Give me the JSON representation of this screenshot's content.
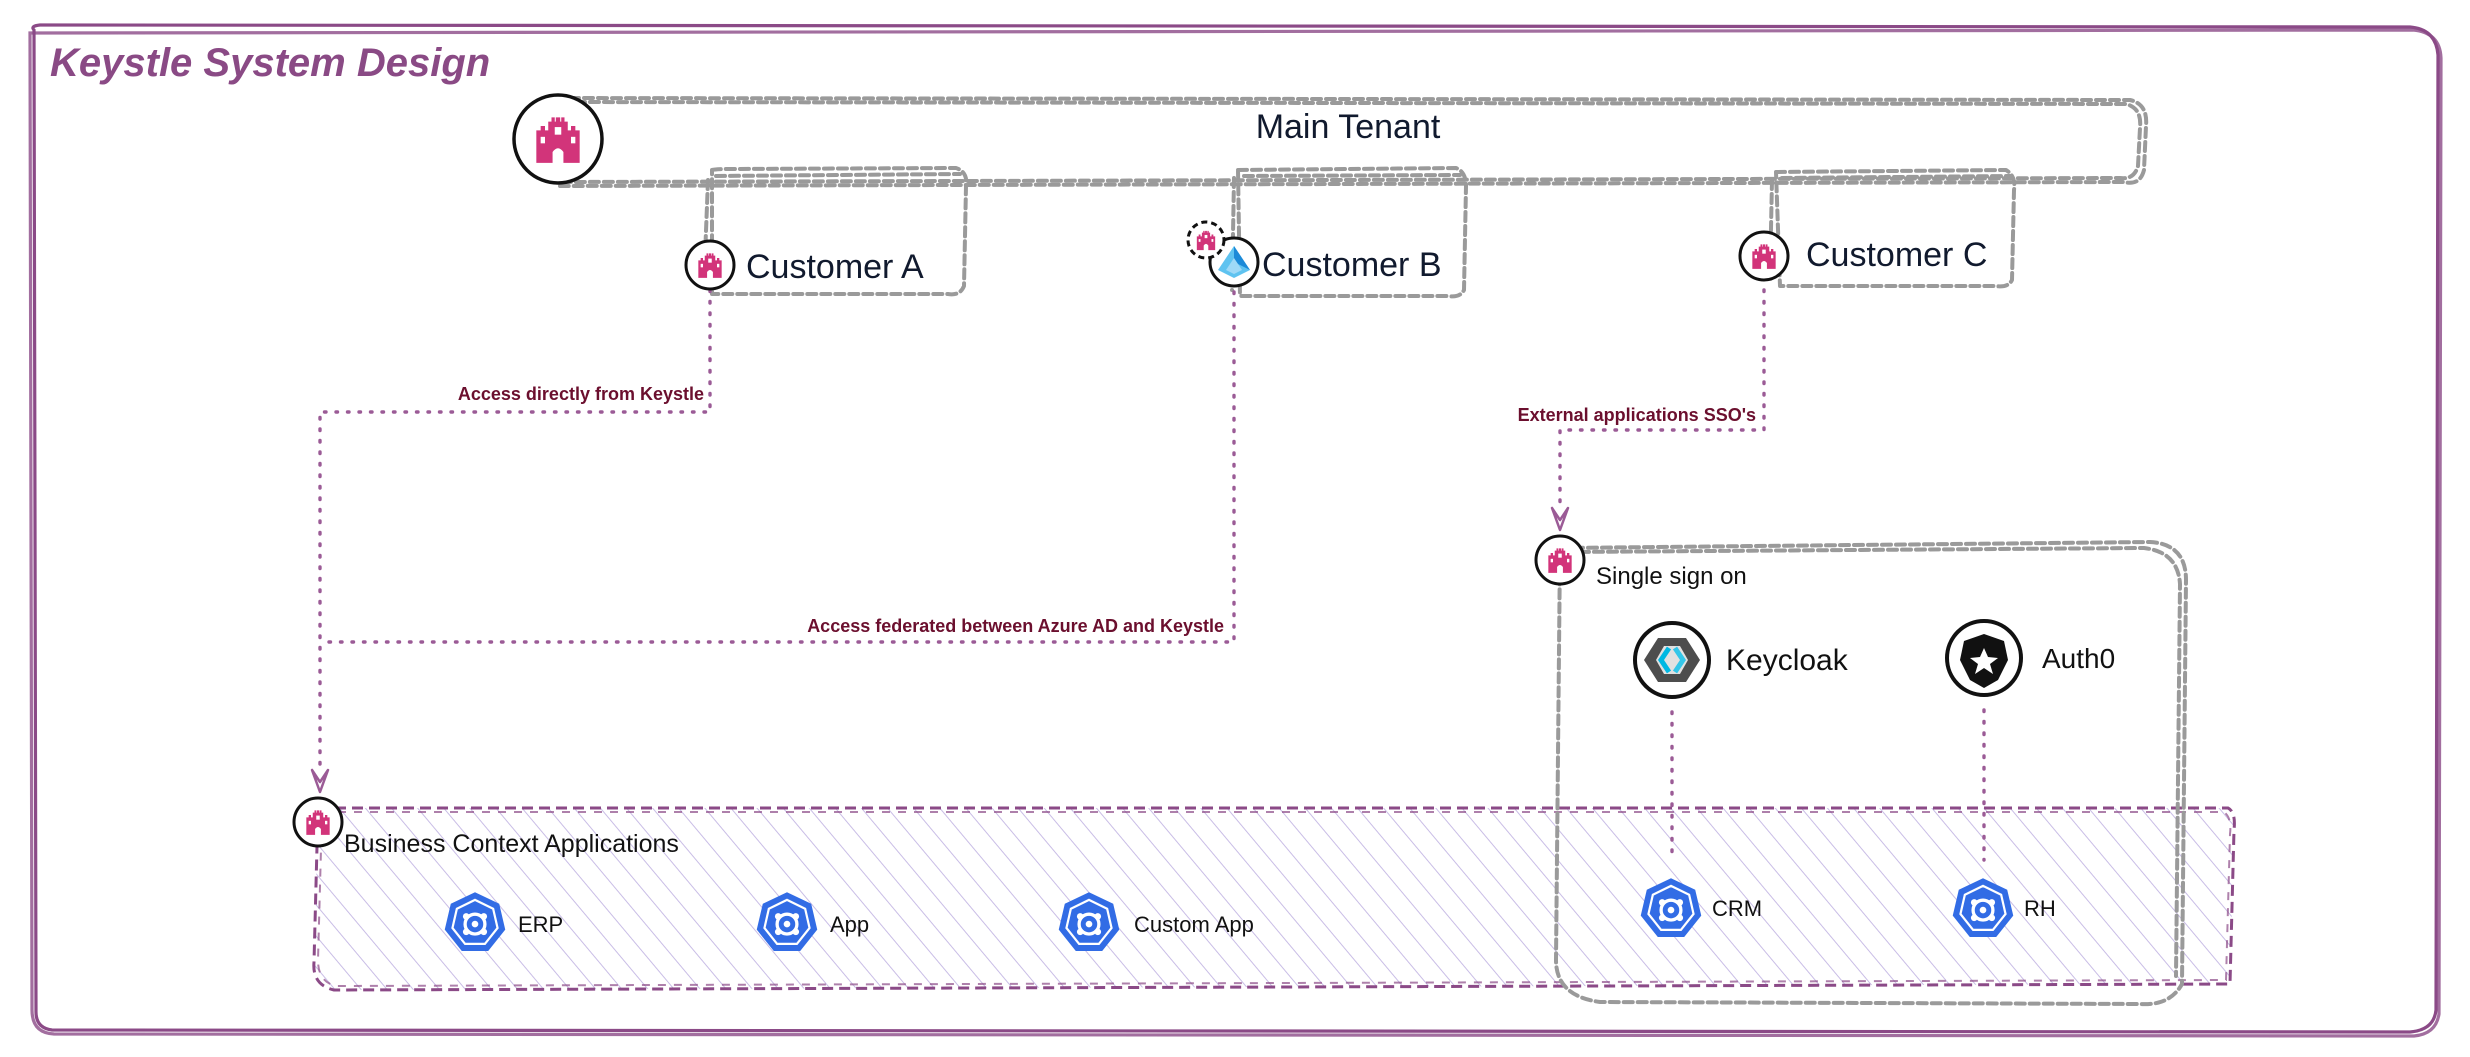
{
  "title": "Keystle System Design",
  "main_tenant": {
    "label": "Main Tenant",
    "icon": "castle-icon"
  },
  "customers": [
    {
      "label": "Customer A",
      "icon": "castle-icon"
    },
    {
      "label": "Customer B",
      "icon": "azure-ad-icon"
    },
    {
      "label": "Customer C",
      "icon": "castle-icon"
    }
  ],
  "edges": {
    "access_direct": "Access directly from Keystle",
    "access_federated": "Access federated between Azure AD and Keystle",
    "external_sso": "External applications SSO's"
  },
  "sso": {
    "label": "Single sign on",
    "providers": [
      {
        "label": "Keycloak",
        "icon": "keycloak-icon"
      },
      {
        "label": "Auth0",
        "icon": "auth0-icon"
      }
    ]
  },
  "business": {
    "label": "Business Context Applications",
    "apps": [
      {
        "label": "ERP",
        "icon": "kubernetes-icon"
      },
      {
        "label": "App",
        "icon": "kubernetes-icon"
      },
      {
        "label": "Custom App",
        "icon": "kubernetes-icon"
      },
      {
        "label": "CRM",
        "icon": "kubernetes-icon"
      },
      {
        "label": "RH",
        "icon": "kubernetes-icon"
      }
    ]
  },
  "colors": {
    "title": "#8a4a85",
    "border": "#8b4a87",
    "connector": "#9b5b96",
    "edge_label": "#6b0f2e",
    "castle": "#d2347a",
    "kubernetes": "#326ce5",
    "hatch": "#c9bde6",
    "group_outline": "#9a9a9a"
  }
}
